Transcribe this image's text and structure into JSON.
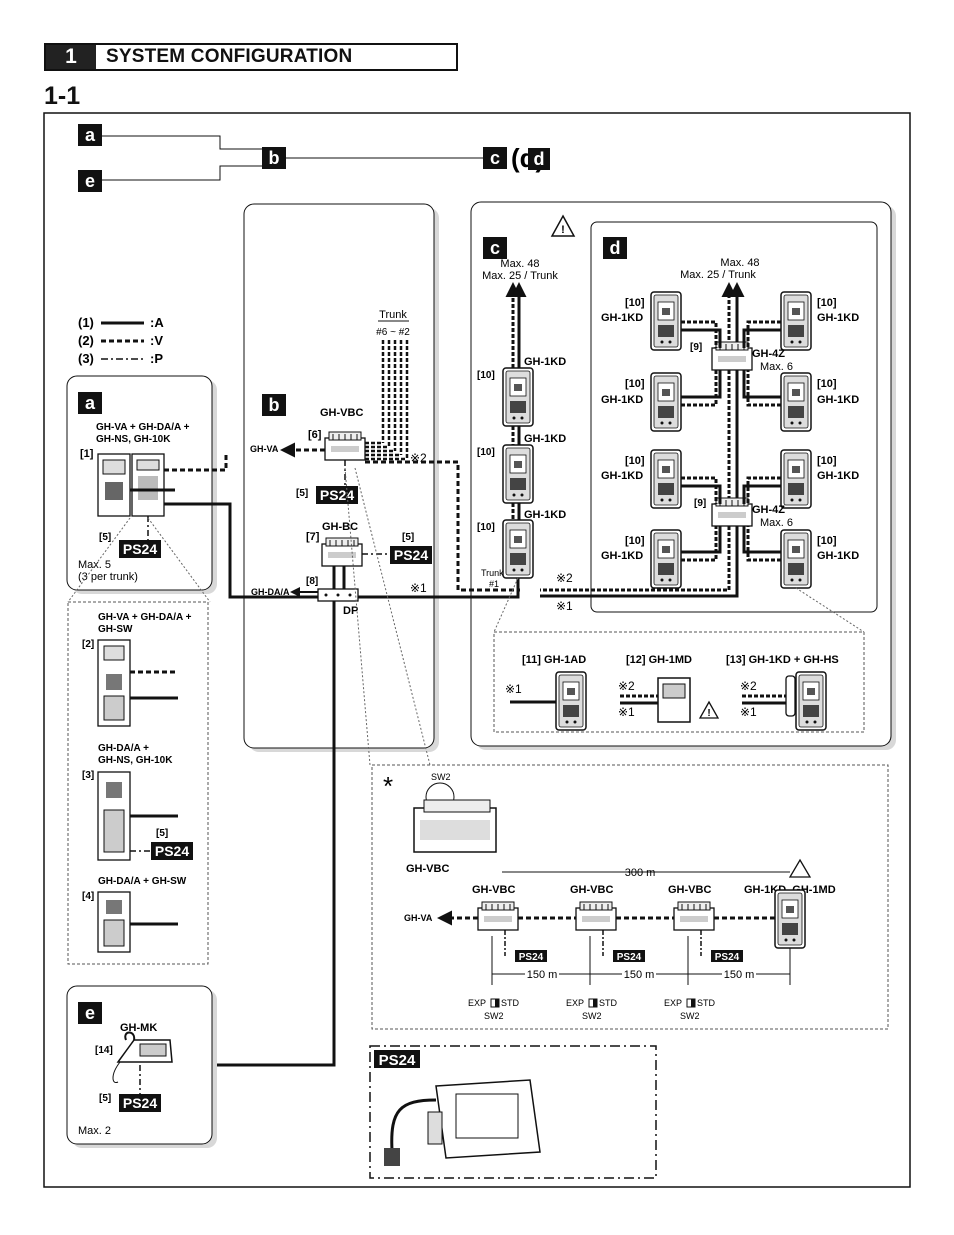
{
  "section": {
    "number": "1",
    "title": "SYSTEM CONFIGURATION",
    "subsection": "1-1"
  },
  "top_flow": {
    "a": "a",
    "b": "b",
    "c": "c",
    "d_paren": "(d)",
    "d": "d",
    "e": "e"
  },
  "legend": [
    {
      "num": "(1)",
      "code": ":A"
    },
    {
      "num": "(2)",
      "code": ":V"
    },
    {
      "num": "(3)",
      "code": ":P"
    }
  ],
  "panel_a": {
    "letter": "a",
    "desc1": "GH-VA + GH-DA/A +",
    "desc2": "GH-NS, GH-10K",
    "num1": "[1]",
    "num5": "[5]",
    "ps": "PS24",
    "max": "Max. 5",
    "per": "(3 per trunk)",
    "opt2_desc1": "GH-VA + GH-DA/A +",
    "opt2_desc2": "GH-SW",
    "opt2_num": "[2]",
    "opt3_desc1": "GH-DA/A +",
    "opt3_desc2": "GH-NS, GH-10K",
    "opt3_num": "[3]",
    "opt3_ps_num": "[5]",
    "opt3_ps": "PS24",
    "opt4_desc": "GH-DA/A + GH-SW",
    "opt4_num": "[4]"
  },
  "panel_b": {
    "letter": "b",
    "trunk": "Trunk",
    "trunk_range": "#6 ~ #2",
    "vbc": "GH-VBC",
    "vbc_num": "[6]",
    "gh_va": "GH-VA",
    "note2": "※2",
    "ps_num": "[5]",
    "ps": "PS24",
    "bc": "GH-BC",
    "bc_num": "[7]",
    "bc_ps_num": "[5]",
    "bc_ps": "PS24",
    "dp_num": "[8]",
    "gh_da": "GH-DA/A",
    "dp": "DP",
    "note1": "※1"
  },
  "panel_c": {
    "letter": "c",
    "max": "Max. 48",
    "max_trunk": "Max. 25 / Trunk",
    "kd": "GH-1KD",
    "num10": "[10]",
    "trunk": "Trunk",
    "trunk_num": "#1"
  },
  "panel_d": {
    "letter": "d",
    "max": "Max. 48",
    "max_trunk": "Max. 25 / Trunk",
    "kd": "GH-1KD",
    "num10": "[10]",
    "num9": "[9]",
    "zone": "GH-4Z",
    "max6": "Max. 6",
    "note2": "※2",
    "note1": "※1"
  },
  "options": {
    "o11": "[11] GH-1AD",
    "o12": "[12] GH-1MD",
    "o13": "[13] GH-1KD + GH-HS",
    "note1": "※1",
    "note2": "※2"
  },
  "asterisk": {
    "mark": "*",
    "sw2": "SW2",
    "vbc": "GH-VBC",
    "dist300": "300 m",
    "kd_md": "GH-1KD, GH-1MD",
    "gh_va": "GH-VA",
    "ps": "PS24",
    "dist150": "150 m",
    "exp_std": "EXP",
    "std": "STD"
  },
  "panel_e": {
    "letter": "e",
    "mk": "GH-MK",
    "num": "[14]",
    "ps_num": "[5]",
    "ps": "PS24",
    "max": "Max. 2"
  },
  "ps_box": {
    "label": "PS24"
  }
}
